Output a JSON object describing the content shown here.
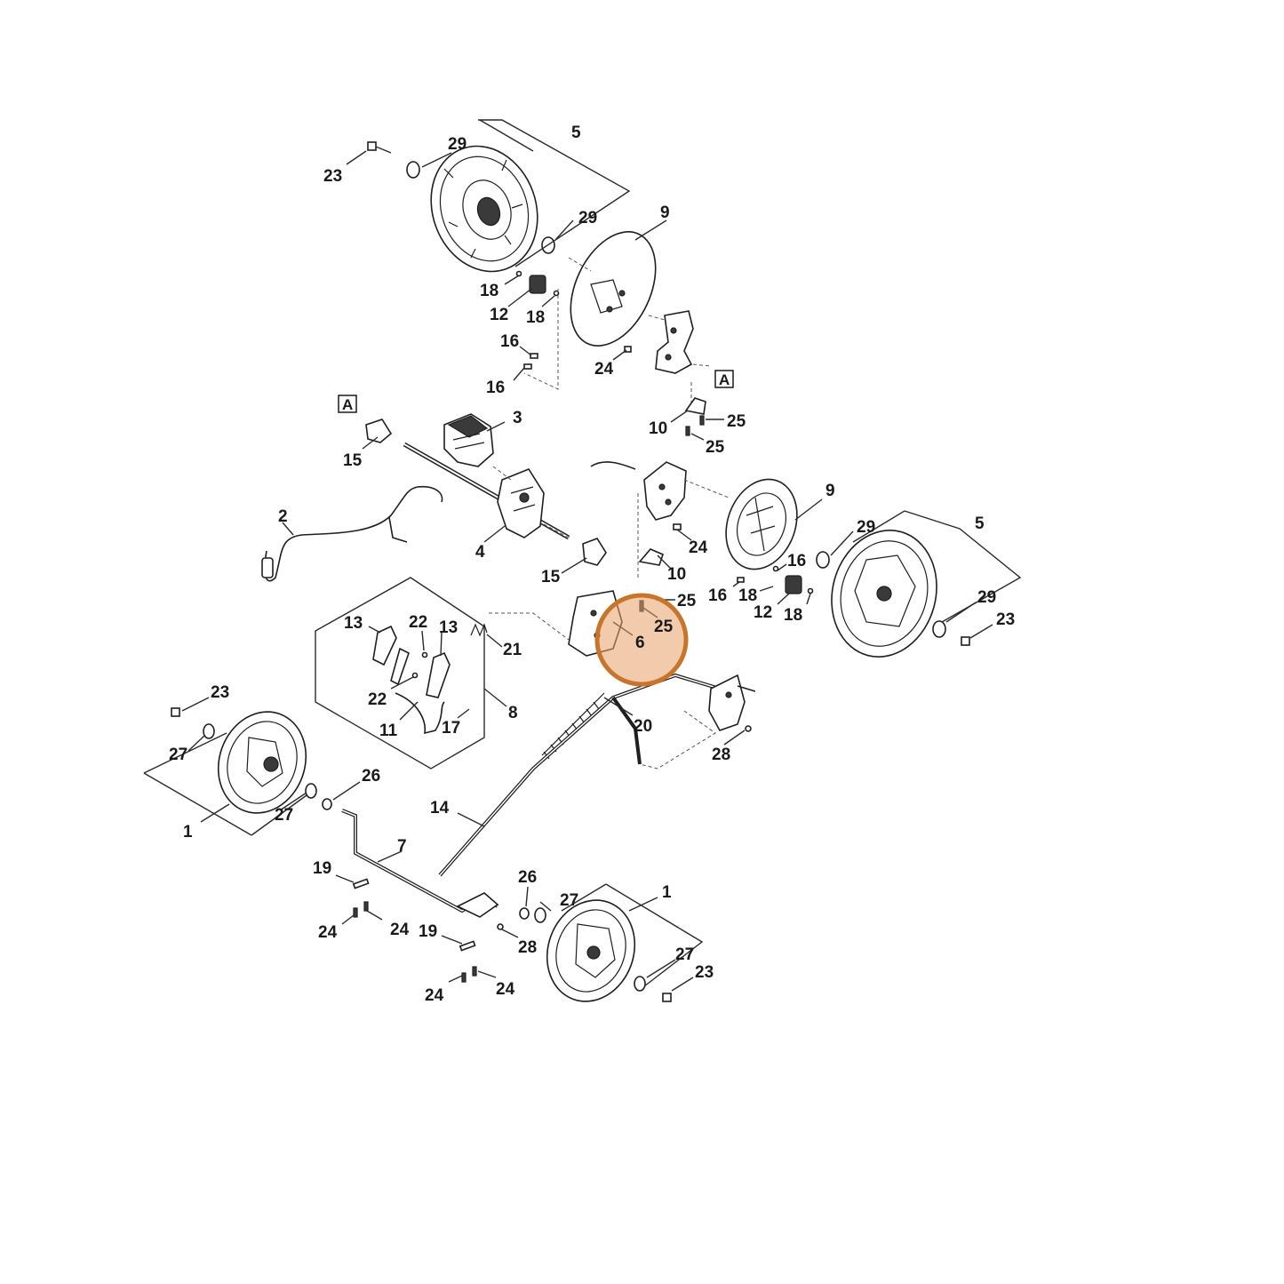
{
  "callouts": [
    {
      "id": "c23a",
      "text": "23"
    },
    {
      "id": "c29a",
      "text": "29"
    },
    {
      "id": "c5a",
      "text": "5"
    },
    {
      "id": "c29b",
      "text": "29"
    },
    {
      "id": "c9a",
      "text": "9"
    },
    {
      "id": "c18a",
      "text": "18"
    },
    {
      "id": "c12a",
      "text": "12"
    },
    {
      "id": "c18b",
      "text": "18"
    },
    {
      "id": "c16a",
      "text": "16"
    },
    {
      "id": "c16b",
      "text": "16"
    },
    {
      "id": "c24a",
      "text": "24"
    },
    {
      "id": "c3",
      "text": "3"
    },
    {
      "id": "c15a",
      "text": "15"
    },
    {
      "id": "c10a",
      "text": "10"
    },
    {
      "id": "c25a",
      "text": "25"
    },
    {
      "id": "c25b",
      "text": "25"
    },
    {
      "id": "c2",
      "text": "2"
    },
    {
      "id": "c4",
      "text": "4"
    },
    {
      "id": "c15b",
      "text": "15"
    },
    {
      "id": "c10b",
      "text": "10"
    },
    {
      "id": "c24b",
      "text": "24"
    },
    {
      "id": "c9b",
      "text": "9"
    },
    {
      "id": "c29c",
      "text": "29"
    },
    {
      "id": "c5b",
      "text": "5"
    },
    {
      "id": "c16c",
      "text": "16"
    },
    {
      "id": "c16d",
      "text": "16"
    },
    {
      "id": "c18c",
      "text": "18"
    },
    {
      "id": "c12b",
      "text": "12"
    },
    {
      "id": "c18d",
      "text": "18"
    },
    {
      "id": "c25c",
      "text": "25"
    },
    {
      "id": "c25d",
      "text": "25"
    },
    {
      "id": "c6",
      "text": "6"
    },
    {
      "id": "c29d",
      "text": "29"
    },
    {
      "id": "c23b",
      "text": "23"
    },
    {
      "id": "c13a",
      "text": "13"
    },
    {
      "id": "c22a",
      "text": "22"
    },
    {
      "id": "c13b",
      "text": "13"
    },
    {
      "id": "c21",
      "text": "21"
    },
    {
      "id": "c22b",
      "text": "22"
    },
    {
      "id": "c8",
      "text": "8"
    },
    {
      "id": "c11",
      "text": "11"
    },
    {
      "id": "c17",
      "text": "17"
    },
    {
      "id": "c20",
      "text": "20"
    },
    {
      "id": "c28a",
      "text": "28"
    },
    {
      "id": "c23c",
      "text": "23"
    },
    {
      "id": "c27a",
      "text": "27"
    },
    {
      "id": "c27b",
      "text": "27"
    },
    {
      "id": "c1a",
      "text": "1"
    },
    {
      "id": "c26a",
      "text": "26"
    },
    {
      "id": "c14",
      "text": "14"
    },
    {
      "id": "c7",
      "text": "7"
    },
    {
      "id": "c19a",
      "text": "19"
    },
    {
      "id": "c24c",
      "text": "24"
    },
    {
      "id": "c24d",
      "text": "24"
    },
    {
      "id": "c26b",
      "text": "26"
    },
    {
      "id": "c27c",
      "text": "27"
    },
    {
      "id": "c1b",
      "text": "1"
    },
    {
      "id": "c19b",
      "text": "19"
    },
    {
      "id": "c28b",
      "text": "28"
    },
    {
      "id": "c27d",
      "text": "27"
    },
    {
      "id": "c23d",
      "text": "23"
    },
    {
      "id": "c24e",
      "text": "24"
    },
    {
      "id": "c24f",
      "text": "24"
    }
  ],
  "refs": [
    {
      "id": "refA1",
      "text": "A"
    },
    {
      "id": "refA2",
      "text": "A"
    }
  ],
  "highlight": {
    "part": "6",
    "color": "#c8742a",
    "fill": "#e8a06a"
  }
}
